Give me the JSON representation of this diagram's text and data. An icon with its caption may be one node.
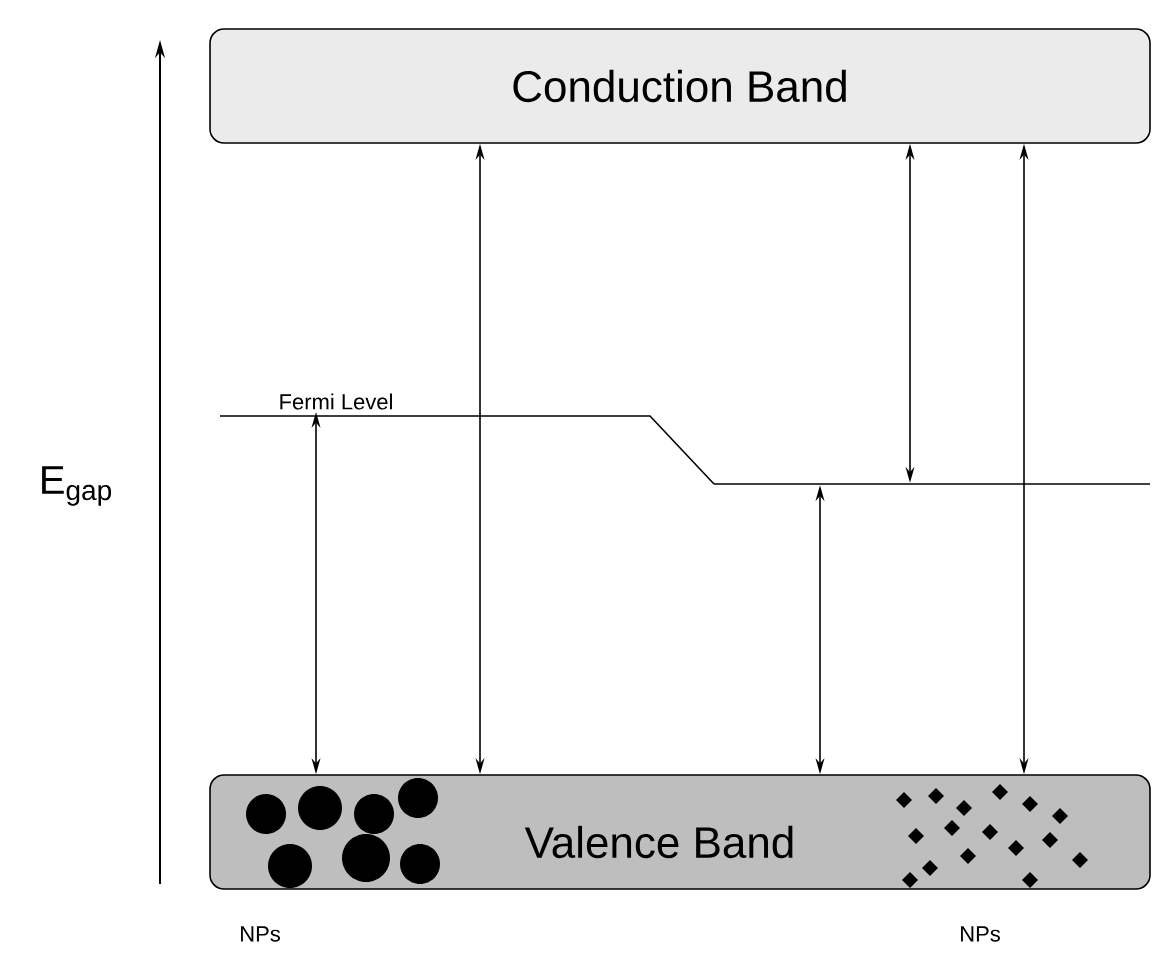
{
  "diagram": {
    "nodes": [
      {
        "text": [
          "Conduction Band"
        ]
      },
      {
        "text": [
          "Valence Band"
        ]
      },
      {
        "text": [
          "Fermi Level"
        ]
      },
      {
        "text": [],
        "shape": "line"
      }
    ],
    "edges": [
      {
        "from": 2,
        "to": 1,
        "arrow": "both"
      },
      {
        "from": 0,
        "to": 1,
        "arrow": "both"
      },
      {
        "from": 3,
        "to": 1,
        "arrow": "both"
      },
      {
        "from": 0,
        "to": 3,
        "arrow": "both"
      },
      {
        "from": 0,
        "to": 1,
        "arrow": "both"
      }
    ],
    "labels": [
      "E$_{gap}$",
      "NPs",
      "NPs"
    ]
  }
}
